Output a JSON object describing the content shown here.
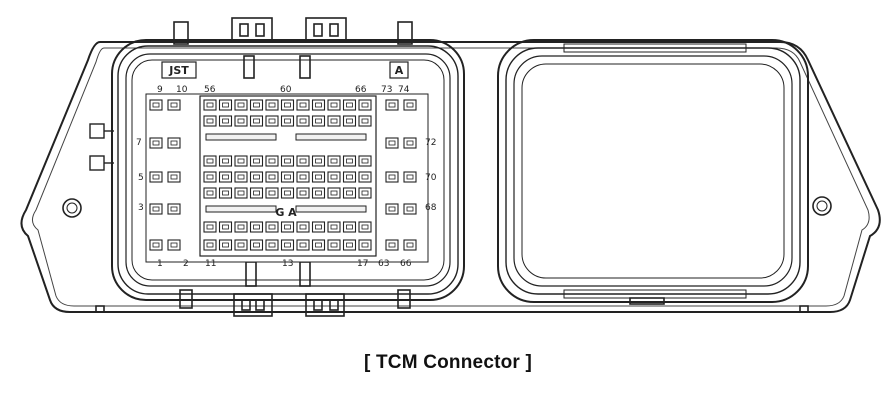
{
  "caption": "[ TCM Connector ]",
  "connector": {
    "left_block": {
      "tag_left": "JST",
      "tag_right": "A",
      "center_mark": "G A",
      "pin_labels": {
        "top_left_a": "9",
        "top_left_b": "10",
        "top_mid_a": "56",
        "top_mid_b": "60",
        "top_mid_c": "66",
        "top_right_a": "73",
        "top_right_b": "74",
        "row2_left": "7",
        "row2_right": "72",
        "row3_left": "5",
        "row3_right": "70",
        "row4_left": "3",
        "row4_right": "68",
        "bottom_left_a": "1",
        "bottom_left_b": "2",
        "bottom_mid_a": "11",
        "bottom_mid_b": "13",
        "bottom_right_a": "17",
        "bottom_right_b": "63",
        "bottom_right_c": "66"
      }
    }
  }
}
